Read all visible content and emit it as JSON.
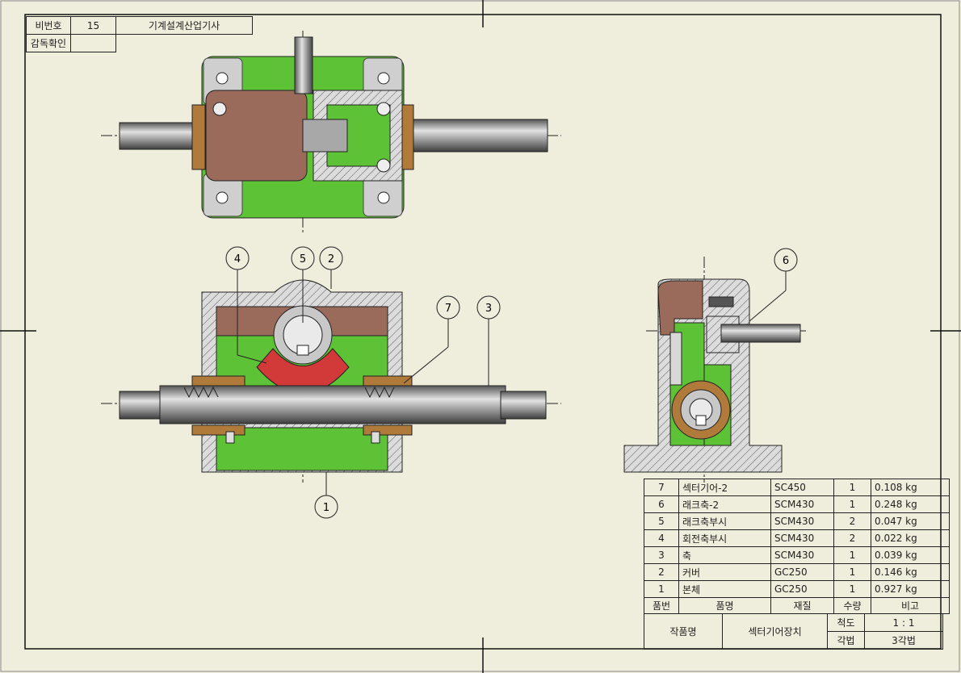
{
  "exam_header": {
    "number_label": "비번호",
    "number_value": "15",
    "exam_title": "기계설계산업기사",
    "supervisor_label": "감독확인"
  },
  "balloons": [
    "4",
    "5",
    "2",
    "7",
    "3",
    "6",
    "1"
  ],
  "parts_list": {
    "headers": [
      "품번",
      "품명",
      "재질",
      "수량",
      "비고"
    ],
    "rows": [
      {
        "no": "7",
        "name": "섹터기어-2",
        "material": "SC450",
        "qty": "1",
        "note": "0.108 kg"
      },
      {
        "no": "6",
        "name": "래크축-2",
        "material": "SCM430",
        "qty": "1",
        "note": "0.248 kg"
      },
      {
        "no": "5",
        "name": "래크축부시",
        "material": "SCM430",
        "qty": "2",
        "note": "0.047 kg"
      },
      {
        "no": "4",
        "name": "회전축부시",
        "material": "SCM430",
        "qty": "2",
        "note": "0.022 kg"
      },
      {
        "no": "3",
        "name": "축",
        "material": "SCM430",
        "qty": "1",
        "note": "0.039 kg"
      },
      {
        "no": "2",
        "name": "커버",
        "material": "GC250",
        "qty": "1",
        "note": "0.146 kg"
      },
      {
        "no": "1",
        "name": "본체",
        "material": "GC250",
        "qty": "1",
        "note": "0.927 kg"
      }
    ]
  },
  "title_block": {
    "work_name_label": "작품명",
    "work_name": "섹터기어장치",
    "scale_label": "척도",
    "scale_value": "1 : 1",
    "projection_label": "각법",
    "projection_value": "3각법"
  },
  "colors": {
    "body": "#5ec236",
    "cover": "#9a6a5a",
    "bushing": "#b07a3a",
    "sector_gear": "#d23a3a",
    "steel": "#8f8f8f",
    "section": "#d8d8d8"
  }
}
